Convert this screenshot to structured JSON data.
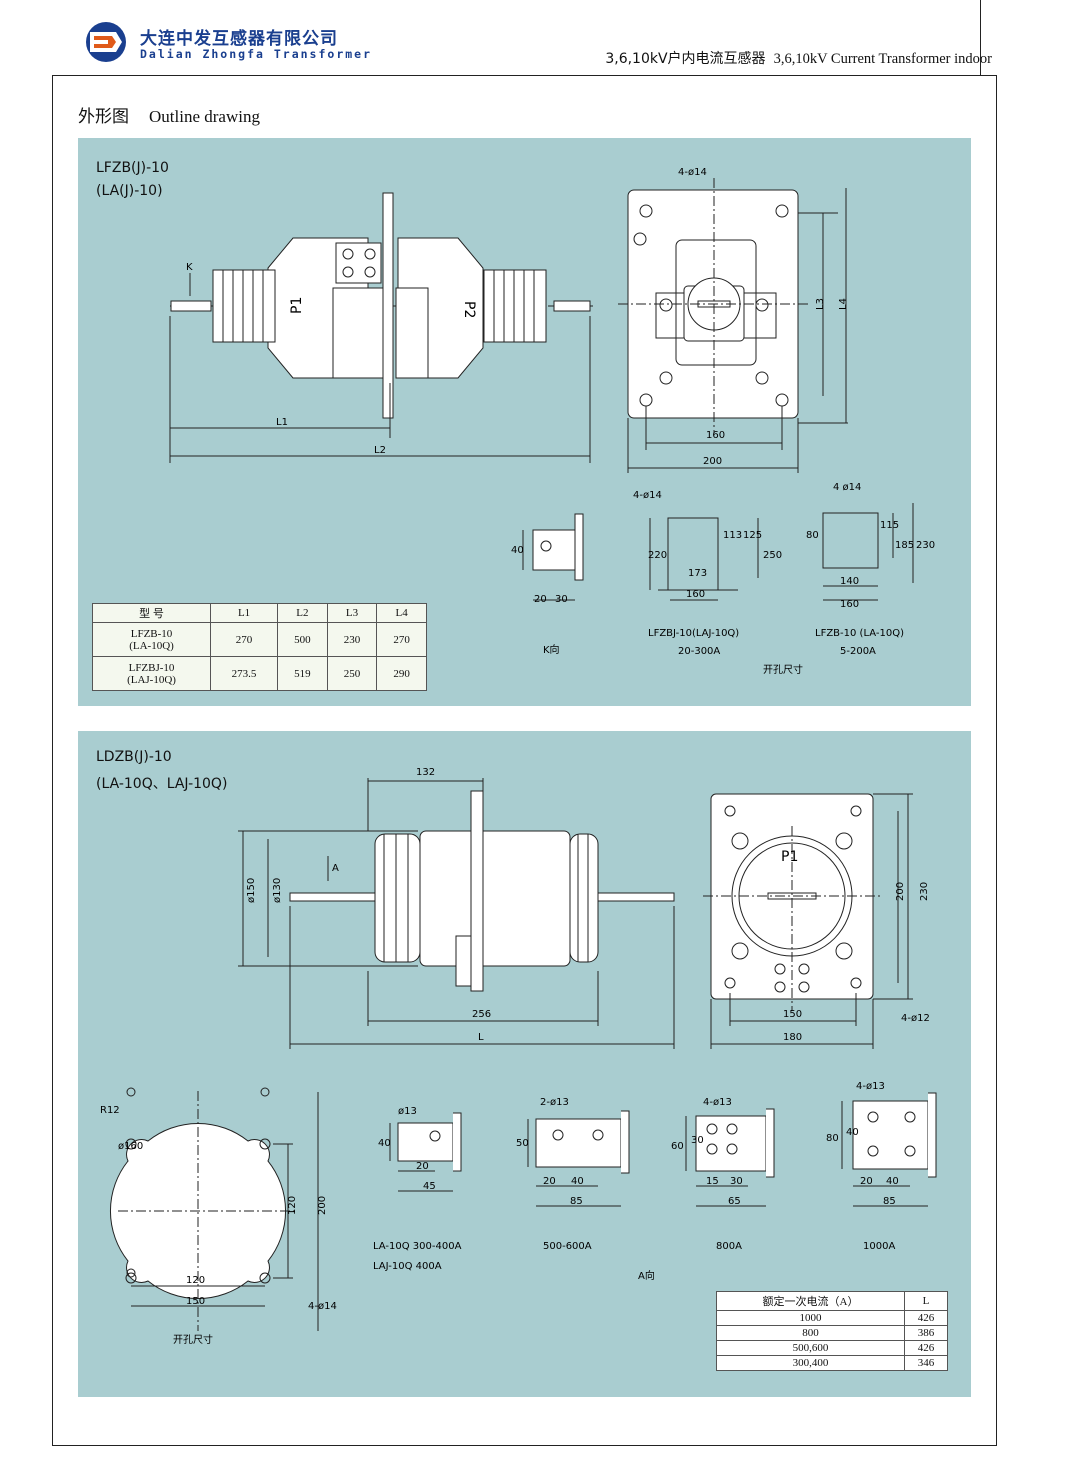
{
  "header": {
    "company_cn": "大连中发互感器有限公司",
    "company_en": "Dalian Zhongfa Transformer",
    "title_cn": "3,6,10kV户内电流互感器",
    "title_en": "3,6,10kV Current Transformer indoor"
  },
  "section": {
    "title_cn": "外形图",
    "title_en": "Outline drawing"
  },
  "panel1": {
    "model_line1": "LFZB(J)-10",
    "model_line2": "(LA(J)-10)",
    "labels": {
      "K": "K",
      "P1": "P1",
      "P2": "P2",
      "L1": "L1",
      "L2": "L2",
      "L3": "L3",
      "L4": "L4",
      "d160": "160",
      "d200": "200",
      "hole4": "4-ø14"
    },
    "k_view": {
      "caption": "K向",
      "d40": "40",
      "d20": "20",
      "d30": "30"
    },
    "cutout_a": {
      "hole": "4-ø14",
      "d220": "220",
      "d113": "113",
      "d125": "125",
      "d250": "250",
      "d173": "173",
      "d160": "160",
      "caption1": "LFZBJ-10(LAJ-10Q)",
      "caption2": "20-300A"
    },
    "cutout_b": {
      "hole": "4  ø14",
      "d80": "80",
      "d115": "115",
      "d185": "185",
      "d230": "230",
      "d140": "140",
      "d160": "160",
      "caption1": "LFZB-10 (LA-10Q)",
      "caption2": "5-200A"
    },
    "cutout_caption": "开孔尺寸",
    "table": {
      "headers": [
        "型 号",
        "L1",
        "L2",
        "L3",
        "L4"
      ],
      "rows": [
        {
          "model1": "LFZB-10",
          "model2": "(LA-10Q)",
          "L1": "270",
          "L2": "500",
          "L3": "230",
          "L4": "270"
        },
        {
          "model1": "LFZBJ-10",
          "model2": "(LAJ-10Q)",
          "L1": "273.5",
          "L2": "519",
          "L3": "250",
          "L4": "290"
        }
      ]
    }
  },
  "panel2": {
    "model_line1": "LDZB(J)-10",
    "model_line2": "(LA-10Q、LAJ-10Q)",
    "labels": {
      "d132": "132",
      "A": "A",
      "d150": "ø150",
      "d130": "ø130",
      "d256": "256",
      "L": "L",
      "P1": "P1",
      "d200": "200",
      "d230": "230",
      "d150w": "150",
      "d180": "180",
      "hole12": "4-ø12"
    },
    "cutout": {
      "R12": "R12",
      "d160": "ø160",
      "d120v": "120",
      "d200": "200",
      "d120h": "120",
      "d150": "150",
      "hole": "4-ø14",
      "caption": "开孔尺寸"
    },
    "views": [
      {
        "hole": "ø13",
        "d1": "40",
        "d2": "20",
        "d3": "45",
        "cap1": "LA-10Q  300-400A",
        "cap2": "LAJ-10Q  400A"
      },
      {
        "hole": "2-ø13",
        "d1": "50",
        "d2": "20",
        "d3": "40",
        "d4": "85",
        "cap1": "500-600A"
      },
      {
        "hole": "4-ø13",
        "d1": "60",
        "d0": "30",
        "d2": "15",
        "d3": "30",
        "d4": "65",
        "cap1": "800A"
      },
      {
        "hole": "4-ø13",
        "d1": "80",
        "d0": "40",
        "d2": "20",
        "d3": "40",
        "d4": "85",
        "cap1": "1000A"
      }
    ],
    "a_caption": "A向",
    "table": {
      "headers": [
        "额定一次电流（A）",
        "L"
      ],
      "rows": [
        {
          "current": "1000",
          "L": "426"
        },
        {
          "current": "800",
          "L": "386"
        },
        {
          "current": "500,600",
          "L": "426"
        },
        {
          "current": "300,400",
          "L": "346"
        }
      ]
    }
  },
  "colors": {
    "panel": "#a9cdd0",
    "brand": "#1a3f8f",
    "line": "#222222"
  }
}
